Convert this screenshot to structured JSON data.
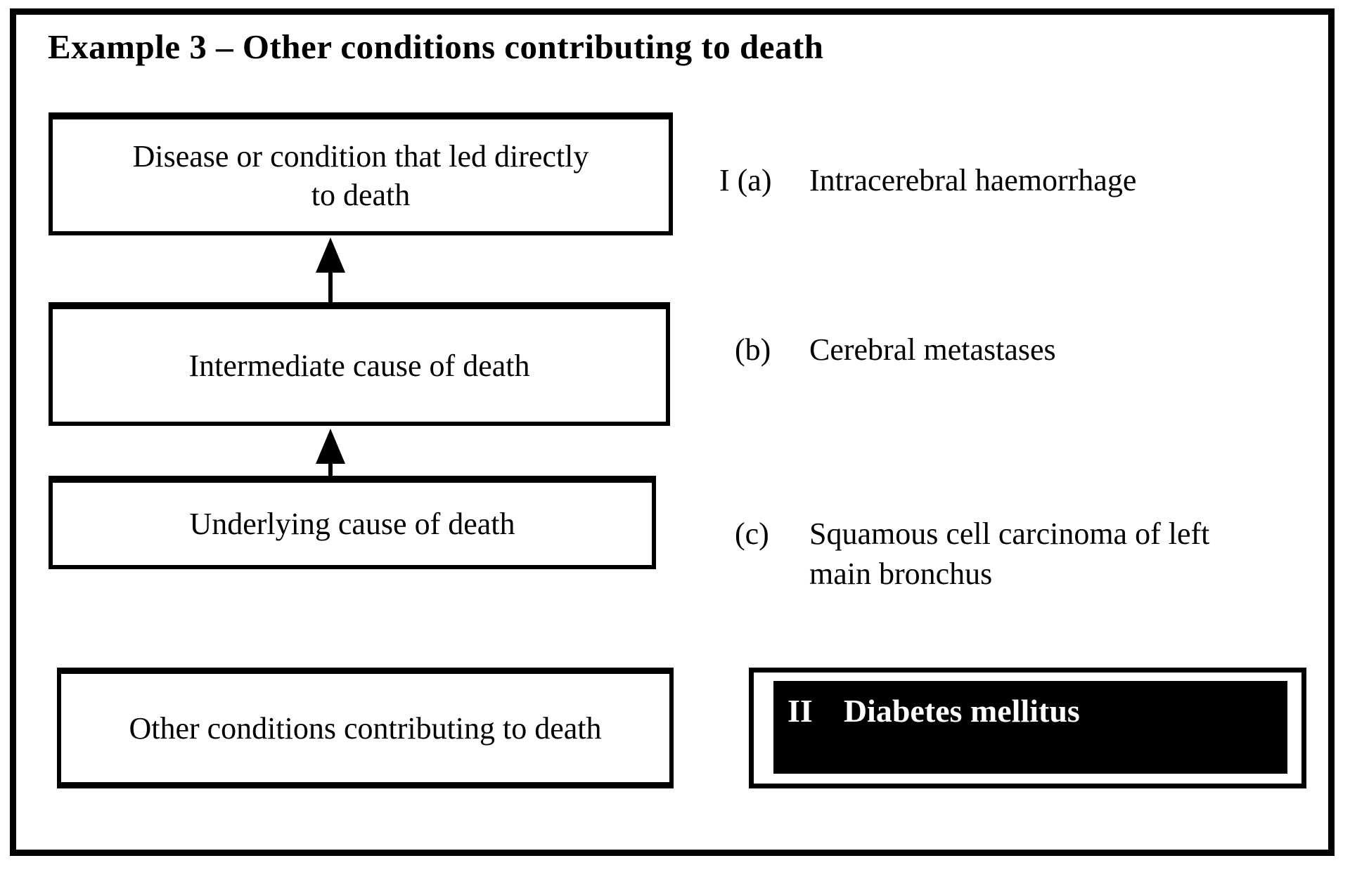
{
  "title": "Example 3 – Other conditions contributing to death",
  "flow_boxes": {
    "direct": "Disease or condition that led directly to death",
    "intermediate": "Intermediate cause of death",
    "underlying": "Underlying cause of death",
    "other": "Other conditions contributing to death"
  },
  "certificate": {
    "part1": [
      {
        "prefix": "I (a)",
        "text": "Intracerebral haemorrhage"
      },
      {
        "prefix": "(b)",
        "text": "Cerebral metastases"
      },
      {
        "prefix": "(c)",
        "text": "Squamous cell carcinoma of left main bronchus"
      }
    ],
    "part2": {
      "prefix": "II",
      "text": "Diabetes mellitus"
    }
  },
  "colors": {
    "ink": "#000000",
    "paper": "#ffffff",
    "part2_fill": "#000000",
    "part2_text": "#ffffff"
  }
}
